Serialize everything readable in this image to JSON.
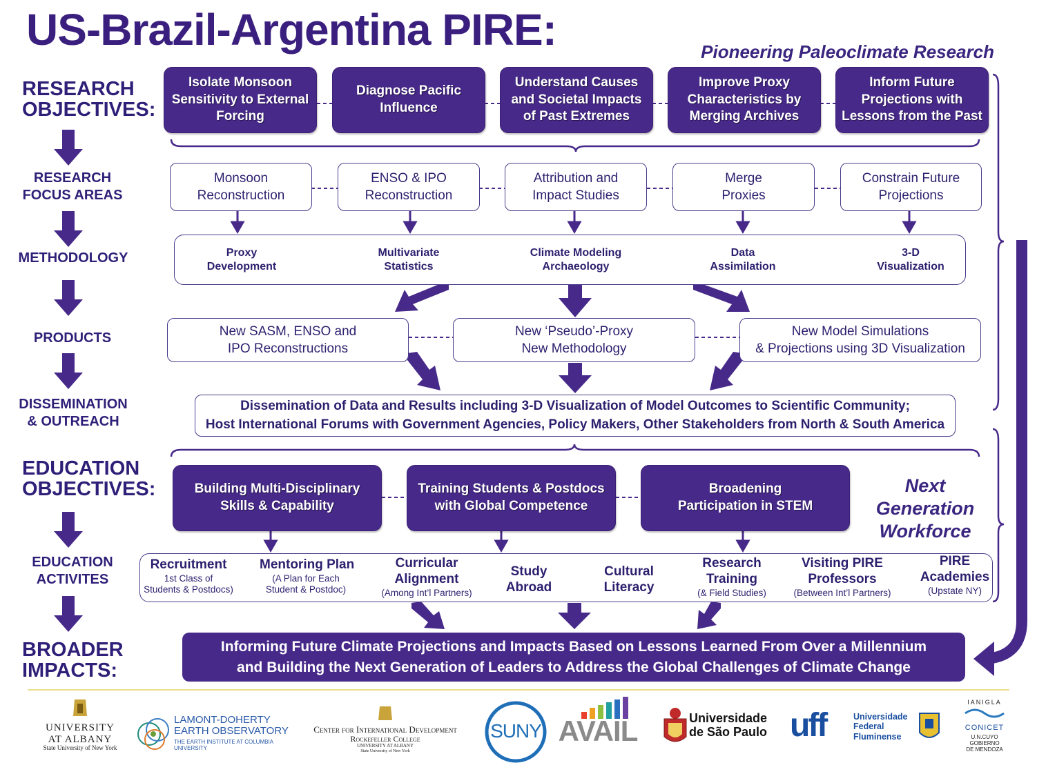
{
  "header": {
    "title": "US-Brazil-Argentina PIRE:",
    "subtitle": "Pioneering Paleoclimate Research"
  },
  "left_labels": {
    "research_objectives": [
      "RESEARCH",
      "OBJECTIVES:"
    ],
    "research_focus_areas": [
      "RESEARCH",
      "FOCUS AREAS"
    ],
    "methodology": "METHODOLOGY",
    "products": "PRODUCTS",
    "dissemination": [
      "DISSEMINATION",
      "& OUTREACH"
    ],
    "education_objectives": [
      "EDUCATION",
      "OBJECTIVES:"
    ],
    "education_activities": [
      "EDUCATION",
      "ACTIVITES"
    ],
    "broader_impacts": [
      "BROADER",
      "IMPACTS:"
    ]
  },
  "research_objectives": [
    [
      "Isolate Monsoon",
      "Sensitivity to External",
      "Forcing"
    ],
    [
      "Diagnose Pacific",
      "Influence"
    ],
    [
      "Understand Causes",
      "and Societal Impacts",
      "of Past Extremes"
    ],
    [
      "Improve Proxy",
      "Characteristics by",
      "Merging Archives"
    ],
    [
      "Inform Future",
      "Projections with",
      "Lessons from the Past"
    ]
  ],
  "focus_areas": [
    [
      "Monsoon",
      "Reconstruction"
    ],
    [
      "ENSO & IPO",
      "Reconstruction"
    ],
    [
      "Attribution and",
      "Impact Studies"
    ],
    [
      "Merge",
      "Proxies"
    ],
    [
      "Constrain Future",
      "Projections"
    ]
  ],
  "methodology": [
    [
      "Proxy",
      "Development"
    ],
    [
      "Multivariate",
      "Statistics"
    ],
    [
      "Climate Modeling",
      "Archaeology"
    ],
    [
      "Data",
      "Assimilation"
    ],
    [
      "3-D",
      "Visualization"
    ]
  ],
  "products": [
    [
      "New SASM, ENSO and",
      "IPO Reconstructions"
    ],
    [
      "New ‘Pseudo’-Proxy",
      "New Methodology"
    ],
    [
      "New Model Simulations",
      "& Projections using 3D Visualization"
    ]
  ],
  "dissemination": [
    "Dissemination of Data and Results including 3-D Visualization of Model Outcomes to Scientific Community;",
    "Host International Forums with Government Agencies, Policy Makers, Other Stakeholders from North & South America"
  ],
  "education_objectives": [
    [
      "Building Multi-Disciplinary",
      "Skills & Capability"
    ],
    [
      "Training Students & Postdocs",
      "with Global Competence"
    ],
    [
      "Broadening",
      "Participation in STEM"
    ]
  ],
  "next_generation": [
    "Next Generation",
    "Workforce"
  ],
  "education_activities": [
    {
      "main": [
        "Recruitment"
      ],
      "sub": [
        "1st Class of",
        "Students & Postdocs)"
      ]
    },
    {
      "main": [
        "Mentoring Plan"
      ],
      "sub": [
        "(A Plan for Each",
        "Student & Postdoc)"
      ]
    },
    {
      "main": [
        "Curricular",
        "Alignment"
      ],
      "sub": [
        "(Among Int’l Partners)"
      ]
    },
    {
      "main": [
        "Study",
        "Abroad"
      ],
      "sub": []
    },
    {
      "main": [
        "Cultural",
        "Literacy"
      ],
      "sub": []
    },
    {
      "main": [
        "Research",
        "Training"
      ],
      "sub": [
        "(& Field Studies)"
      ]
    },
    {
      "main": [
        "Visiting PIRE",
        "Professors"
      ],
      "sub": [
        "(Between Int’l Partners)"
      ]
    },
    {
      "main": [
        "PIRE",
        "Academies"
      ],
      "sub": [
        "(Upstate NY)"
      ]
    }
  ],
  "broader_impacts": [
    "Informing Future Climate Projections and Impacts Based on Lessons Learned From Over a Millennium",
    "and Building the Next Generation of Leaders to Address the Global Challenges of Climate Change"
  ],
  "logos": {
    "albany": [
      "UNIVERSITY",
      "AT ALBANY",
      "State University of New York"
    ],
    "lamont": [
      "LAMONT-DOHERTY",
      "EARTH OBSERVATORY",
      "THE EARTH INSTITUTE AT COLUMBIA UNIVERSITY"
    ],
    "cid": [
      "Center for International Development",
      "Rockefeller College",
      "UNIVERSITY AT ALBANY",
      "State University of New York"
    ],
    "suny": "SUNY",
    "avail": "AVAIL",
    "usp": [
      "Universidade",
      "de São Paulo"
    ],
    "uff": {
      "mark": "uff",
      "text": [
        "Universidade",
        "Federal",
        "Fluminense"
      ]
    },
    "ianigla": [
      "IANIGLA",
      "CONICET",
      "U.N.CUYO",
      "GOBIERNO",
      "DE MENDOZA"
    ]
  },
  "colors": {
    "primary": "#47298a",
    "title": "#3a1f7e",
    "text": "#2d1f6e",
    "gold_rule": "#e6d36a"
  }
}
